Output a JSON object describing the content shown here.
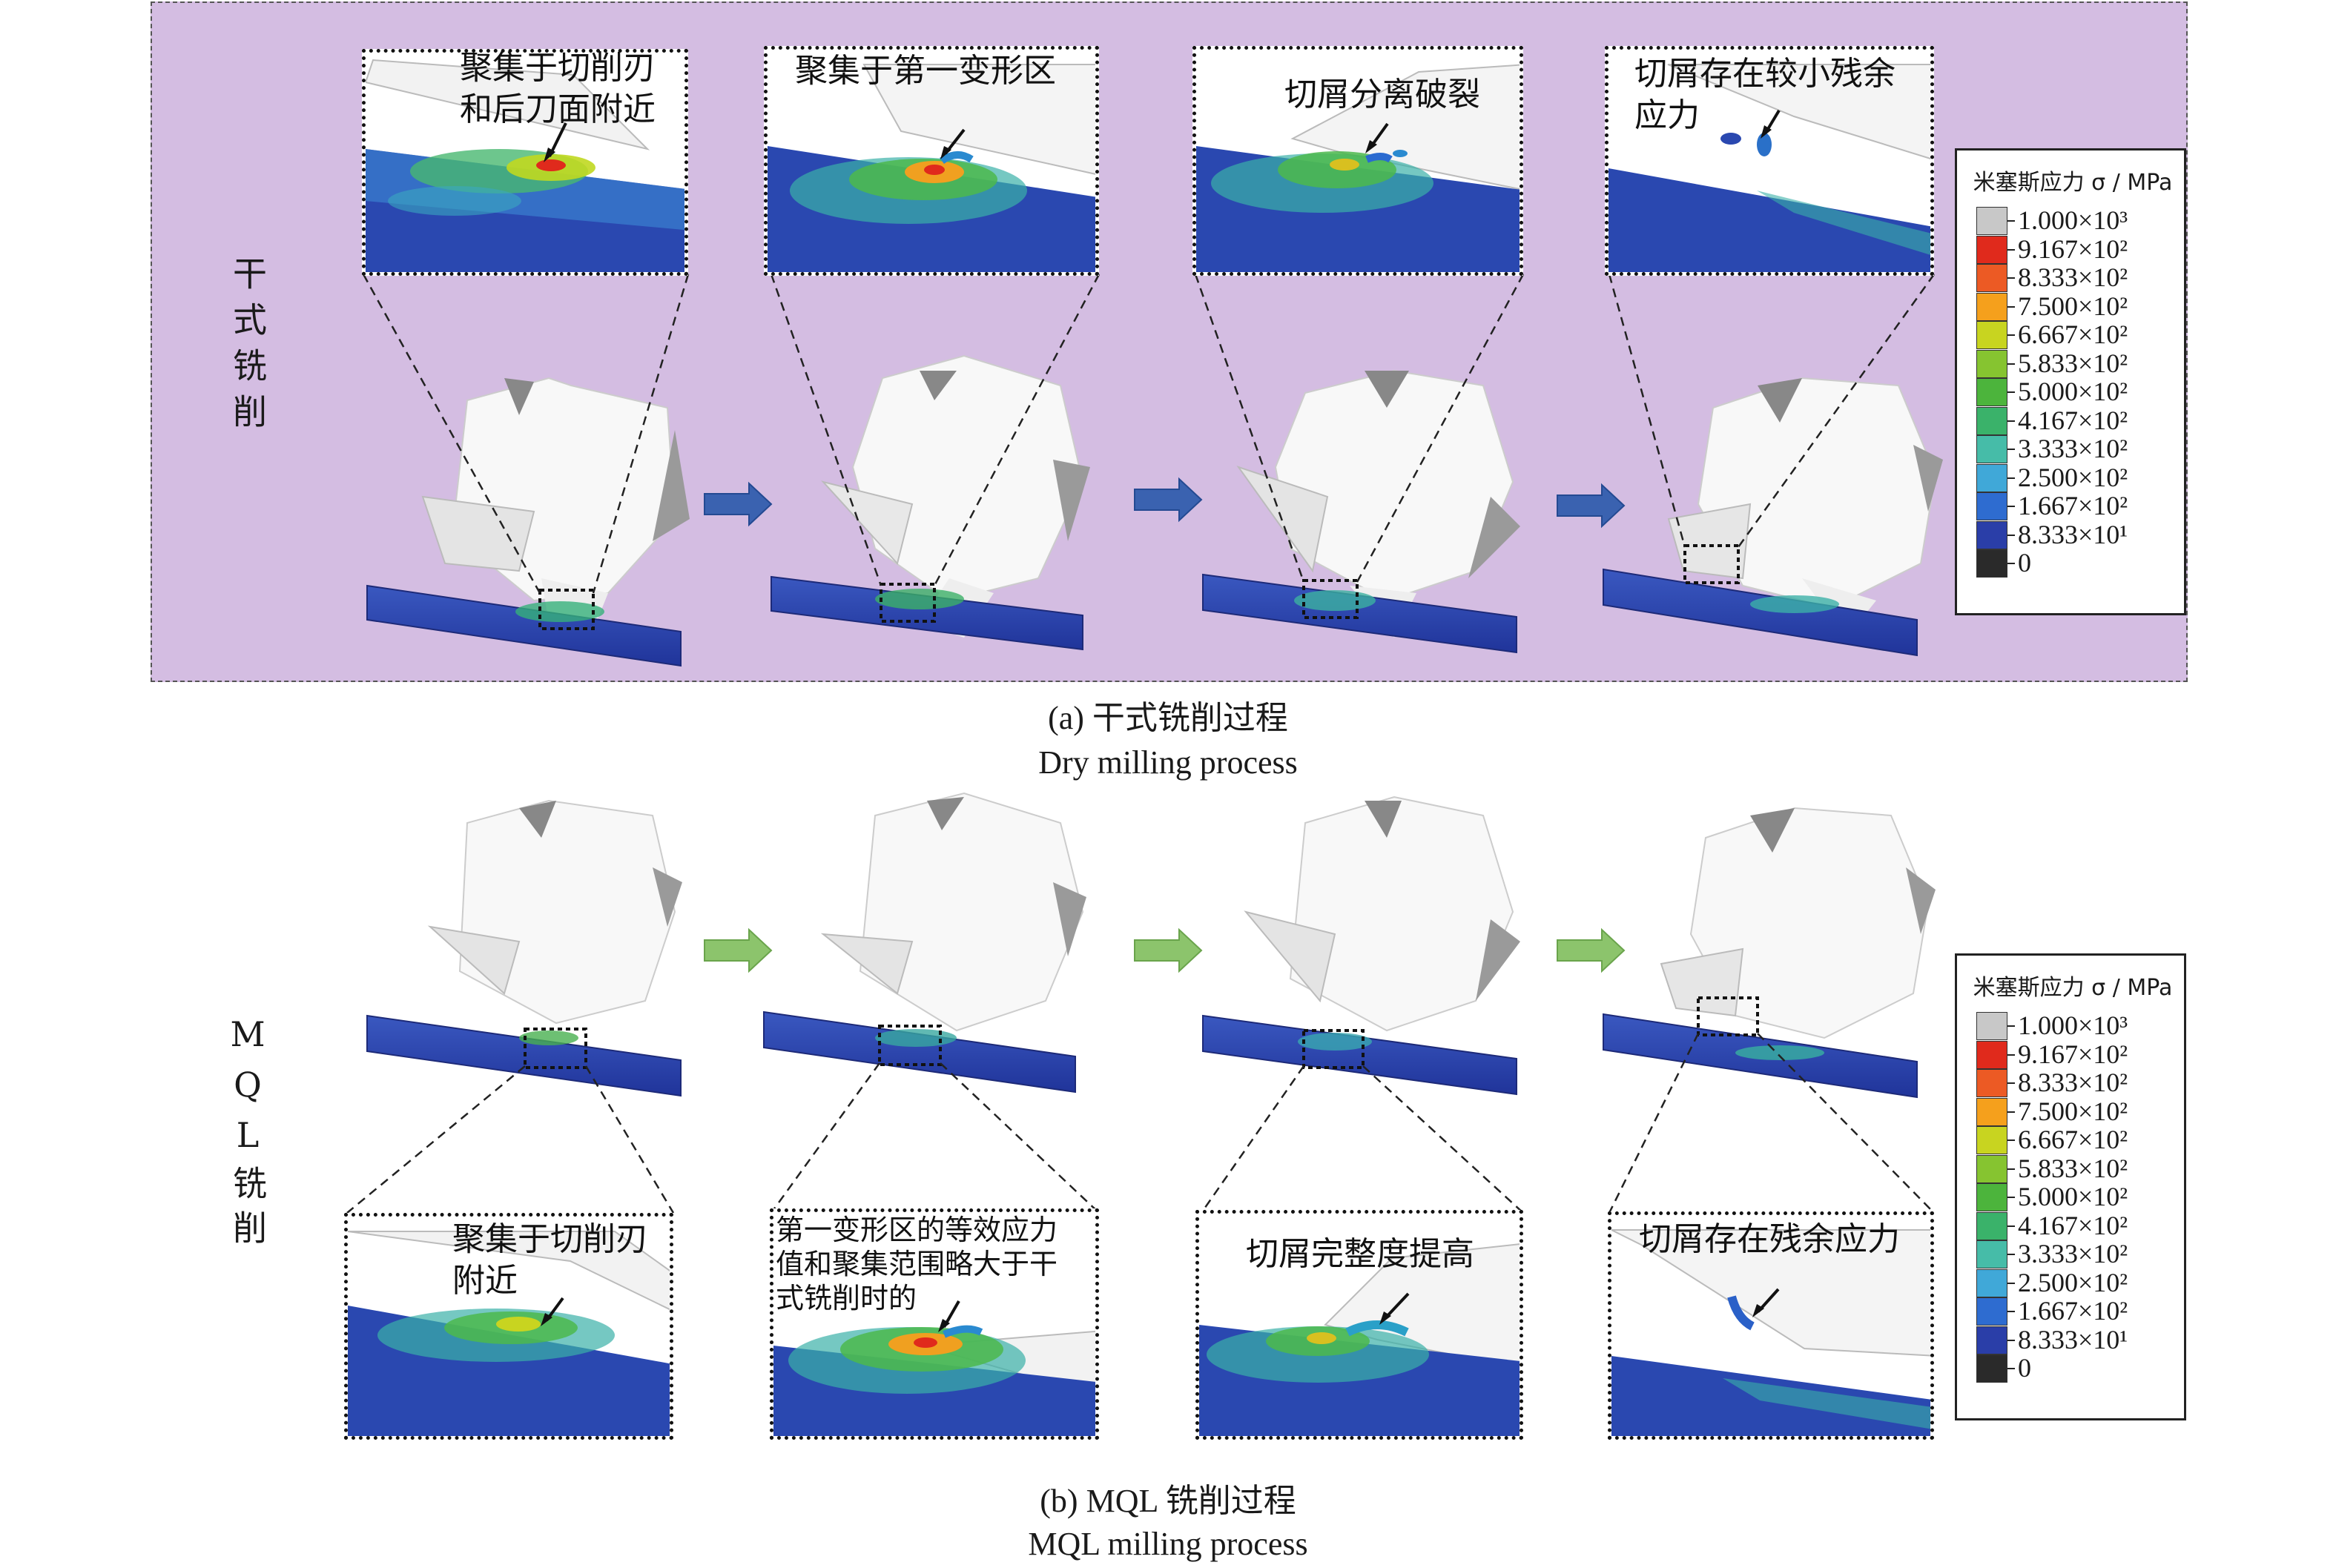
{
  "panel_a": {
    "side_label": "干式铣削",
    "caption_cn": "(a) 干式铣削过程",
    "caption_en": "Dry milling process",
    "annotations": [
      "聚集于切削刃\n和后刀面附近",
      "聚集于第一变形区",
      "切屑分离破裂",
      "切屑存在较小残余\n应力"
    ],
    "arrow_color": "#3a62b0"
  },
  "panel_b": {
    "side_label": "MQL铣削",
    "caption_cn": "(b) MQL 铣削过程",
    "caption_en": "MQL milling process",
    "annotations": [
      "聚集于切削刃\n附近",
      "第一变形区的等效应力\n值和聚集范围略大于干\n式铣削时的",
      "切屑完整度提高",
      "切屑存在残余应力"
    ],
    "arrow_color": "#8cc46c"
  },
  "legend": {
    "title": "米塞斯应力 σ / MPa",
    "entries": [
      {
        "label": "1.000×10³",
        "color": "#c8c8c8"
      },
      {
        "label": "9.167×10²",
        "color": "#e02a1c"
      },
      {
        "label": "8.333×10²",
        "color": "#ec5a24"
      },
      {
        "label": "7.500×10²",
        "color": "#f5a01c"
      },
      {
        "label": "6.667×10²",
        "color": "#c8d420"
      },
      {
        "label": "5.833×10²",
        "color": "#86c430"
      },
      {
        "label": "5.000×10²",
        "color": "#4cb43c"
      },
      {
        "label": "4.167×10²",
        "color": "#3ab26a"
      },
      {
        "label": "3.333×10²",
        "color": "#46bca8"
      },
      {
        "label": "2.500×10²",
        "color": "#40a8d8"
      },
      {
        "label": "1.667×10²",
        "color": "#2e6cd0"
      },
      {
        "label": "8.333×10¹",
        "color": "#2a3ea8"
      },
      {
        "label": "0",
        "color": "#2a2a2a"
      }
    ]
  }
}
